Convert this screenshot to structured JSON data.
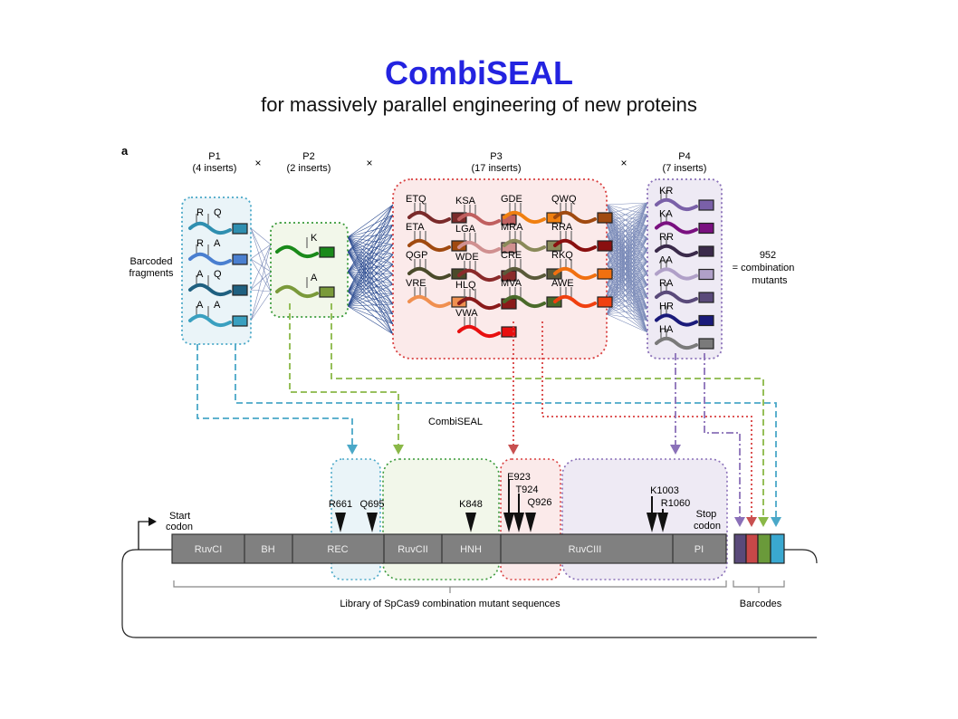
{
  "title": "CombiSEAL",
  "subtitle": "for massively parallel engineering of new proteins",
  "panel_label": "a",
  "colors": {
    "title": "#2323e0",
    "p1": "#4aa8c8",
    "p2": "#7aac3a",
    "p3": "#d94040",
    "p4": "#8a70b8",
    "domain": "#808080"
  },
  "pools": [
    {
      "name": "P1",
      "count": "(4 inserts)"
    },
    {
      "name": "P2",
      "count": "(2 inserts)"
    },
    {
      "name": "P3",
      "count": "(17 inserts)"
    },
    {
      "name": "P4",
      "count": "(7 inserts)"
    }
  ],
  "times_symbol": "×",
  "barcoded_label": [
    "Barcoded",
    "fragments"
  ],
  "result": {
    "count": "952",
    "label": "= combination",
    "label2": "mutants"
  },
  "p1_inserts": [
    {
      "a": "R",
      "b": "Q",
      "color": "#2f8fb0"
    },
    {
      "a": "R",
      "b": "A",
      "color": "#4a7fd0"
    },
    {
      "a": "A",
      "b": "Q",
      "color": "#1f6080"
    },
    {
      "a": "A",
      "b": "A",
      "color": "#3aa0c0"
    }
  ],
  "p2_inserts": [
    {
      "label": "K",
      "color": "#1a8a1a"
    },
    {
      "label": "A",
      "color": "#7a9a3a"
    }
  ],
  "p3_inserts": [
    {
      "label": "ETQ",
      "color": "#7a2a2a"
    },
    {
      "label": "ETA",
      "color": "#a04a10"
    },
    {
      "label": "QGP",
      "color": "#4a4a2a"
    },
    {
      "label": "VRE",
      "color": "#f09050"
    },
    {
      "label": "KSA",
      "color": "#c06060"
    },
    {
      "label": "LGA",
      "color": "#d09090"
    },
    {
      "label": "WDE",
      "color": "#8a2a2a"
    },
    {
      "label": "HLQ",
      "color": "#8a1a1a"
    },
    {
      "label": "VWA",
      "color": "#e81010"
    },
    {
      "label": "GDE",
      "color": "#f08010"
    },
    {
      "label": "MRA",
      "color": "#8a8a5a"
    },
    {
      "label": "CRE",
      "color": "#5a5a3a"
    },
    {
      "label": "MVA",
      "color": "#4a6a2a"
    },
    {
      "label": "QWQ",
      "color": "#a04a10"
    },
    {
      "label": "RRA",
      "color": "#8a1010"
    },
    {
      "label": "RKQ",
      "color": "#f07010"
    },
    {
      "label": "AWE",
      "color": "#f04010"
    }
  ],
  "p4_inserts": [
    {
      "label": "KR",
      "color": "#7a60a8"
    },
    {
      "label": "KA",
      "color": "#7a1080"
    },
    {
      "label": "RR",
      "color": "#3a2a4a"
    },
    {
      "label": "AA",
      "color": "#b0a0c8"
    },
    {
      "label": "RA",
      "color": "#5a4a7a"
    },
    {
      "label": "HR",
      "color": "#1a1a7a"
    },
    {
      "label": "HA",
      "color": "#7a7a7a"
    }
  ],
  "combiseal_label": "CombiSEAL",
  "start_codon": [
    "Start",
    "codon"
  ],
  "stop_codon": [
    "Stop",
    "codon"
  ],
  "domains": [
    "RuvCI",
    "BH",
    "REC",
    "RuvCII",
    "HNH",
    "RuvCIII",
    "PI"
  ],
  "mutations": [
    "R661",
    "Q695",
    "K848",
    "E923",
    "T924",
    "Q926",
    "K1003",
    "R1060"
  ],
  "library_label": "Library of SpCas9 combination mutant sequences",
  "barcodes_label": "Barcodes"
}
